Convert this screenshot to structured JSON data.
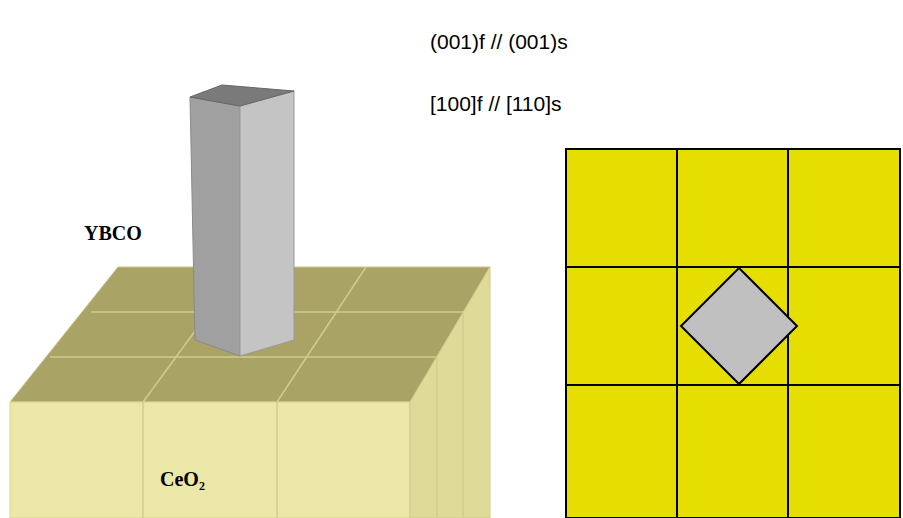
{
  "diagram": {
    "labels": [
      "(001)f // (001)s",
      "[100]f // [110]s",
      "YBCO",
      "CeO₂"
    ]
  }
}
